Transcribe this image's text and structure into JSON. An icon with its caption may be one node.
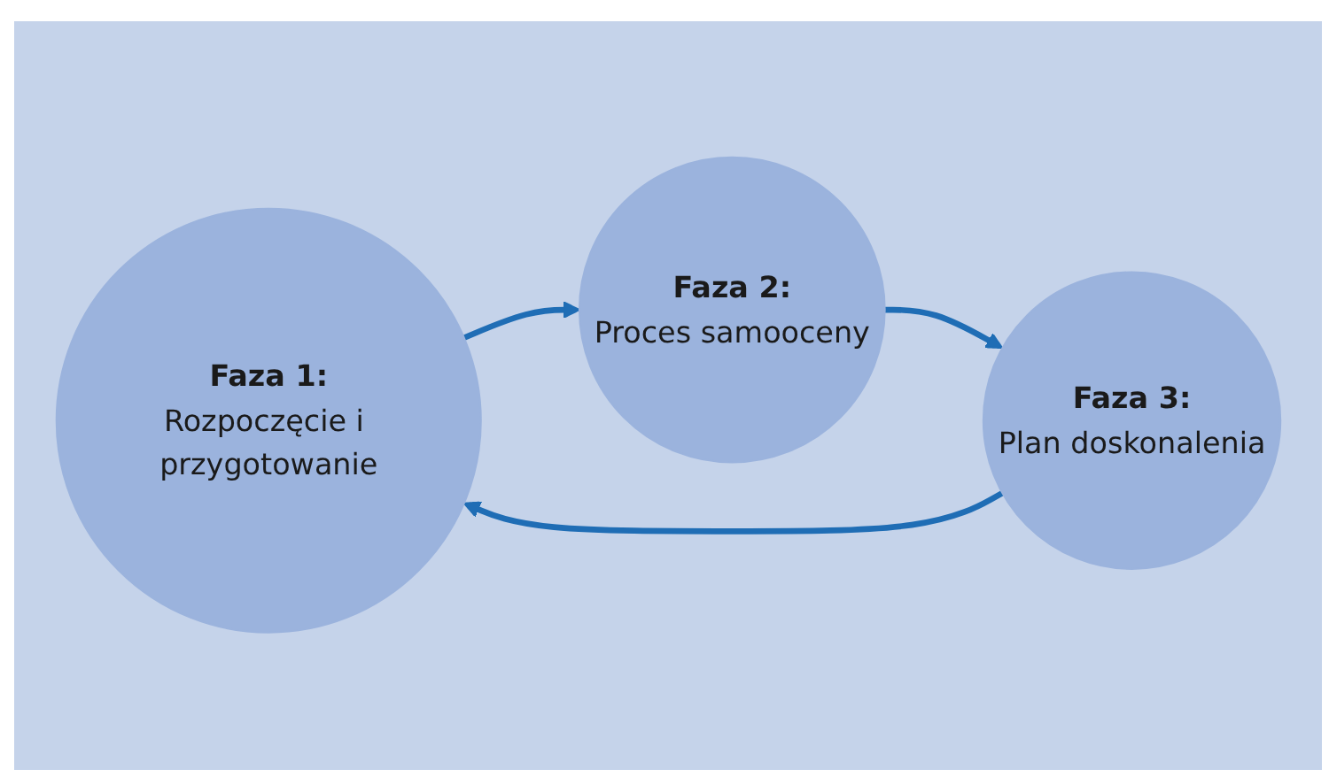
{
  "diagram": {
    "nodes": [
      {
        "text": [
          "Faza 1:",
          "Rozpoczęcie i przygotowanie"
        ]
      },
      {
        "text": [
          "Faza 2:",
          "Proces samooceny"
        ]
      },
      {
        "text": [
          "Faza 3:",
          "Plan doskonalenia"
        ]
      }
    ],
    "edges": [
      {
        "from": 0,
        "to": 1,
        "arrow": "to"
      },
      {
        "from": 1,
        "to": 2,
        "arrow": "to"
      },
      {
        "from": 2,
        "to": 0,
        "arrow": "to"
      }
    ]
  }
}
